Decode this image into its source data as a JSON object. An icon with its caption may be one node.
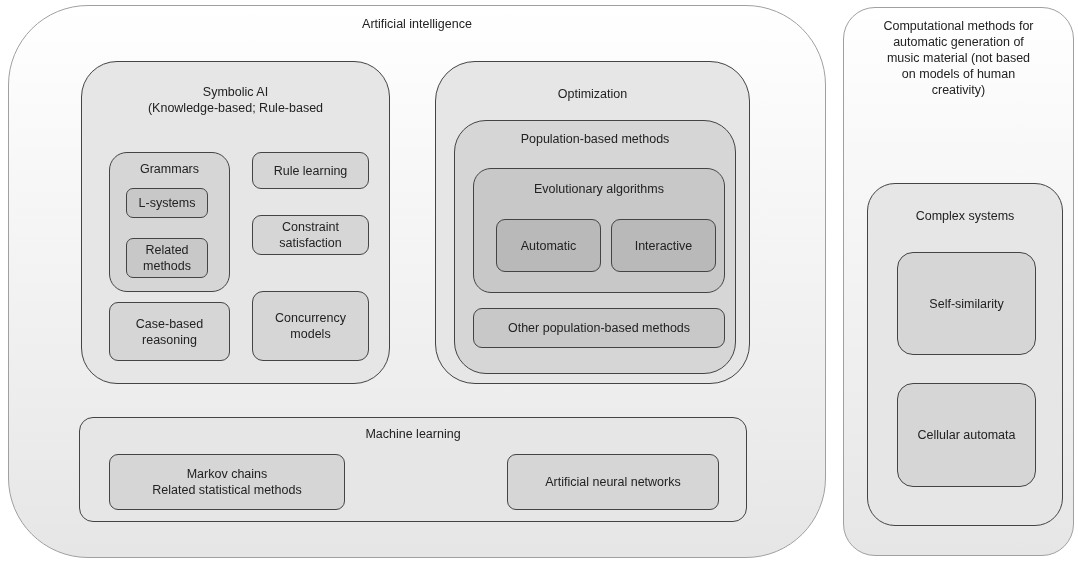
{
  "diagram": {
    "nodes": [
      {
        "text": [
          "Artificial intelligence"
        ]
      },
      {
        "text": [
          "Symbolic AI",
          "(Knowledge-based; Rule-based"
        ],
        "in": 0
      },
      {
        "text": [
          "Grammars"
        ],
        "in": 1
      },
      {
        "text": [
          "L-systems"
        ],
        "in": 2
      },
      {
        "text": [
          "Related methods"
        ],
        "in": 2
      },
      {
        "text": [
          "Rule learning"
        ],
        "in": 1
      },
      {
        "text": [
          "Constraint satisfaction"
        ],
        "in": 1
      },
      {
        "text": [
          "Case-based reasoning"
        ],
        "in": 1
      },
      {
        "text": [
          "Concurrency models"
        ],
        "in": 1
      },
      {
        "text": [
          "Optimization"
        ],
        "in": 0
      },
      {
        "text": [
          "Population-based methods"
        ],
        "in": 9
      },
      {
        "text": [
          "Evolutionary algorithms"
        ],
        "in": 10
      },
      {
        "text": [
          "Automatic"
        ],
        "in": 11
      },
      {
        "text": [
          "Interactive"
        ],
        "in": 11
      },
      {
        "text": [
          "Other population-based methods"
        ],
        "in": 10
      },
      {
        "text": [
          "Machine learning"
        ],
        "in": 0
      },
      {
        "text": [
          "Markov chains",
          "Related statistical methods"
        ],
        "in": 15
      },
      {
        "text": [
          "Artificial neural networks"
        ],
        "in": 15
      },
      {
        "text": [
          "Computational methods for automatic generation of music material (not based on models of human creativity)"
        ]
      },
      {
        "text": [
          "Complex systems"
        ],
        "in": 18
      },
      {
        "text": [
          "Self-similarity"
        ],
        "in": 19
      },
      {
        "text": [
          "Cellular automata"
        ],
        "in": 19
      }
    ]
  }
}
